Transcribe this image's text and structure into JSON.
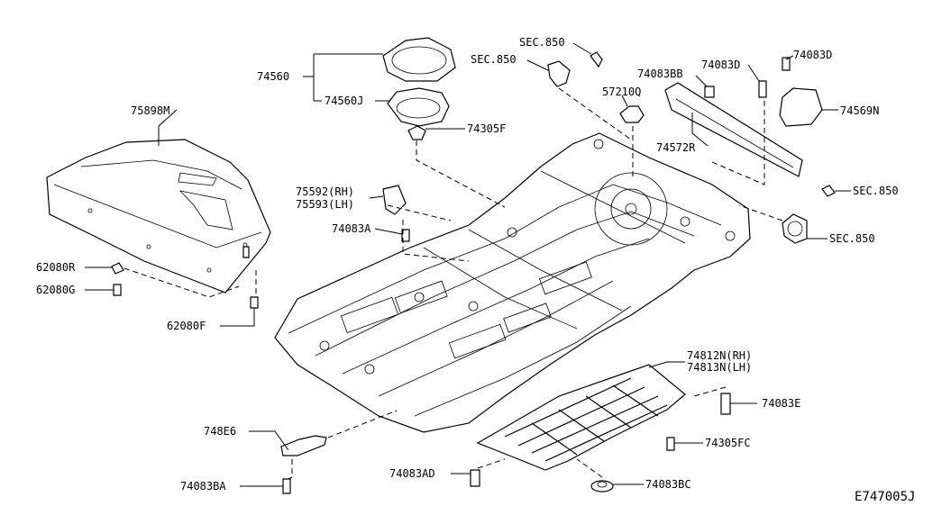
{
  "diagram_id": "E747005J",
  "callouts": [
    {
      "id": "p74560",
      "text": "74560"
    },
    {
      "id": "p74560j",
      "text": "74560J"
    },
    {
      "id": "p74305f",
      "text": "74305F"
    },
    {
      "id": "psec850a",
      "text": "SEC.850"
    },
    {
      "id": "psec850b",
      "text": "SEC.850"
    },
    {
      "id": "p57210q",
      "text": "57210Q"
    },
    {
      "id": "p74083bb",
      "text": "74083BB"
    },
    {
      "id": "p74083d1",
      "text": "74083D"
    },
    {
      "id": "p74083d2",
      "text": "74083D"
    },
    {
      "id": "p74569n",
      "text": "74569N"
    },
    {
      "id": "p74572r",
      "text": "74572R"
    },
    {
      "id": "p75898m",
      "text": "75898M"
    },
    {
      "id": "p75592",
      "text": "75592(RH)"
    },
    {
      "id": "p75593",
      "text": "75593(LH)"
    },
    {
      "id": "p74083a",
      "text": "74083A"
    },
    {
      "id": "psec850c",
      "text": "SEC.850"
    },
    {
      "id": "psec850d",
      "text": "SEC.850"
    },
    {
      "id": "p62080r",
      "text": "62080R"
    },
    {
      "id": "p62080g",
      "text": "62080G"
    },
    {
      "id": "p62080f",
      "text": "62080F"
    },
    {
      "id": "p74812n",
      "text": "74812N(RH)"
    },
    {
      "id": "p74813n",
      "text": "74813N(LH)"
    },
    {
      "id": "p74083e",
      "text": "74083E"
    },
    {
      "id": "p748e6",
      "text": "748E6"
    },
    {
      "id": "p74305fc",
      "text": "74305FC"
    },
    {
      "id": "p74083ad",
      "text": "74083AD"
    },
    {
      "id": "p74083bc",
      "text": "74083BC"
    },
    {
      "id": "p74083ba",
      "text": "74083BA"
    }
  ]
}
